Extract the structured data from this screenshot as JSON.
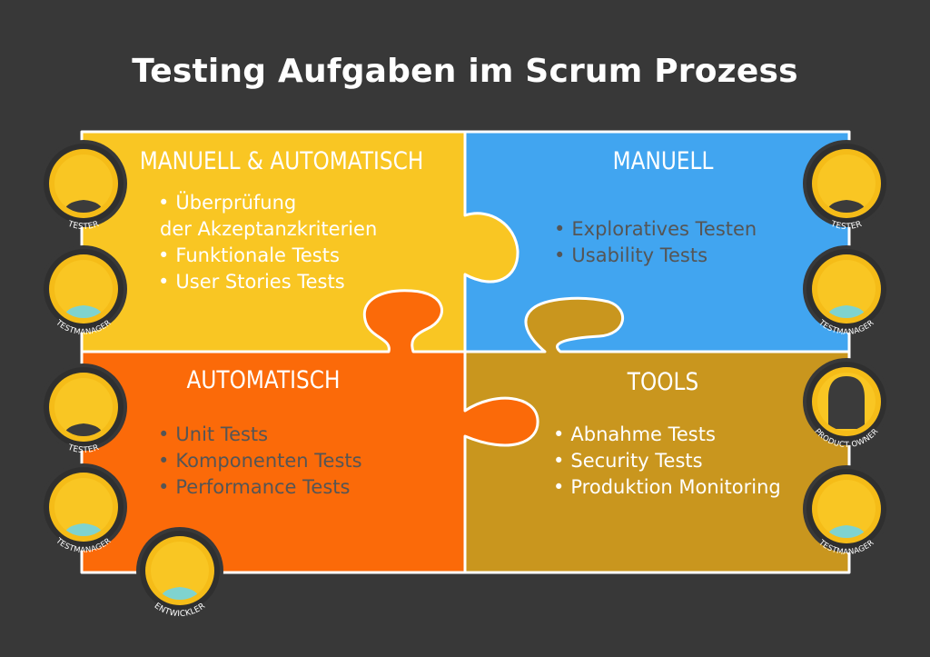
{
  "title": "Testing Aufgaben im Scrum Prozess",
  "colors": {
    "background": "#383838",
    "yellow": "#f9c623",
    "blue": "#41a5f0",
    "orange": "#fb6a09",
    "gold": "#c9961e",
    "outline": "#ffffff"
  },
  "quadrants": [
    {
      "title": "MANUELL & AUTOMATISCH",
      "items": [
        "Überprüfung",
        "der Akzeptanzkriterien",
        "Funktionale Tests",
        "User Stories Tests"
      ]
    },
    {
      "title": "MANUELL",
      "items": [
        "Exploratives Testen",
        "Usability Tests"
      ]
    },
    {
      "title": "AUTOMATISCH",
      "items": [
        "Unit Tests",
        "Komponenten Tests",
        "Performance Tests"
      ]
    },
    {
      "title": "TOOLS",
      "items": [
        "Abnahme Tests",
        "Security Tests",
        "Produktion Monitoring"
      ]
    }
  ],
  "roles": {
    "tester": "TESTER",
    "testmanager": "TESTMANAGER",
    "product_owner": "PRODUCT OWNER",
    "entwickler": "ENTWICKLER"
  }
}
